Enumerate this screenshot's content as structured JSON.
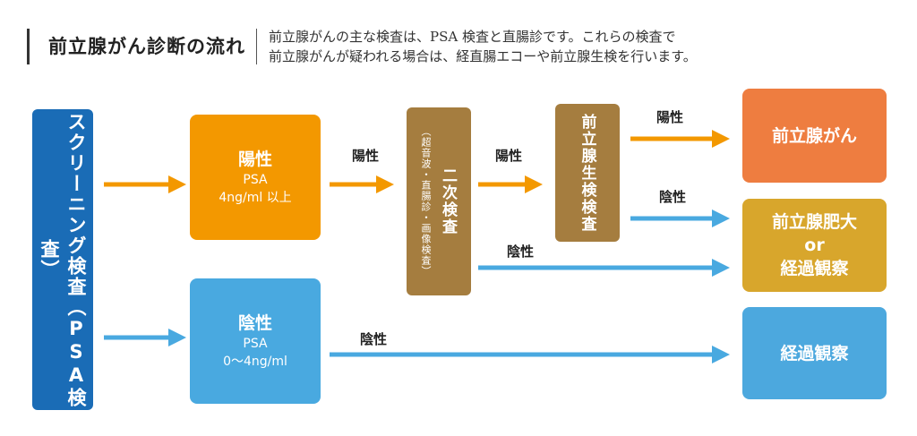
{
  "header": {
    "title": "前立腺がん診断の流れ",
    "description_line1": "前立腺がんの主な検査は、PSA 検査と直腸診です。これらの検査で",
    "description_line2": "前立腺がんが疑われる場合は、経直腸エコーや前立腺生検を行います。"
  },
  "nodes": {
    "screening": "スクリーニング検査（PSA検査）",
    "positive": {
      "title": "陽性",
      "psa": "PSA",
      "range": "4ng/ml 以上"
    },
    "negative": {
      "title": "陰性",
      "psa": "PSA",
      "range": "0～4ng/ml"
    },
    "secondary": {
      "title": "二次検査",
      "detail": "（超音波・直腸診・画像検査）"
    },
    "biopsy": "前立腺生検検査",
    "cancer": "前立腺がん",
    "hyperplasia": {
      "line1": "前立腺肥大",
      "line2": "or",
      "line3": "経過観察"
    },
    "observation": "経過観察"
  },
  "edge_labels": {
    "positive_to_secondary": "陽性",
    "secondary_to_biopsy": "陽性",
    "biopsy_to_cancer": "陽性",
    "biopsy_to_hyperplasia": "陰性",
    "secondary_to_hyperplasia": "陰性",
    "negative_to_observation": "陰性"
  },
  "colors": {
    "screening": "#1a6cb6",
    "positive": "#f39800",
    "negative": "#49a9e0",
    "exam": "#a57d3f",
    "cancer": "#ee7d40",
    "hyperplasia": "#d8a62c",
    "observation": "#4ca8de",
    "arrow_positive": "#f39800",
    "arrow_negative": "#49a9e0"
  }
}
